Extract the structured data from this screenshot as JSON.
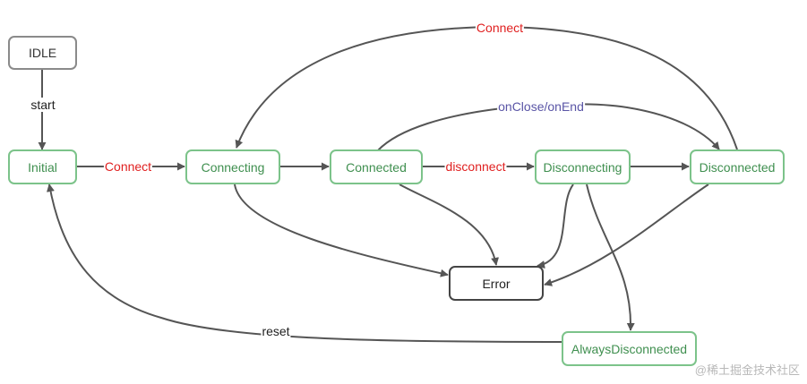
{
  "colors": {
    "idle_border": "#8a8a8a",
    "idle_text": "#333333",
    "state_border": "#7cc38a",
    "state_text": "#3f8f4f",
    "error_border": "#444444",
    "error_text": "#222222",
    "arrow": "#555555",
    "label_default": "#222222",
    "label_red": "#e02020",
    "label_blue": "#5a55a6"
  },
  "nodes": {
    "idle": "IDLE",
    "initial": "Initial",
    "connecting": "Connecting",
    "connected": "Connected",
    "disconnecting": "Disconnecting",
    "disconnected": "Disconnected",
    "error": "Error",
    "always_disconnected": "AlwaysDisconnected"
  },
  "edge_labels": {
    "start": "start",
    "connect_initial": "Connect",
    "connect_reconnect": "Connect",
    "disconnect": "disconnect",
    "on_close_on_end": "onClose/onEnd",
    "reset": "reset"
  },
  "watermark": "@稀土掘金技术社区"
}
